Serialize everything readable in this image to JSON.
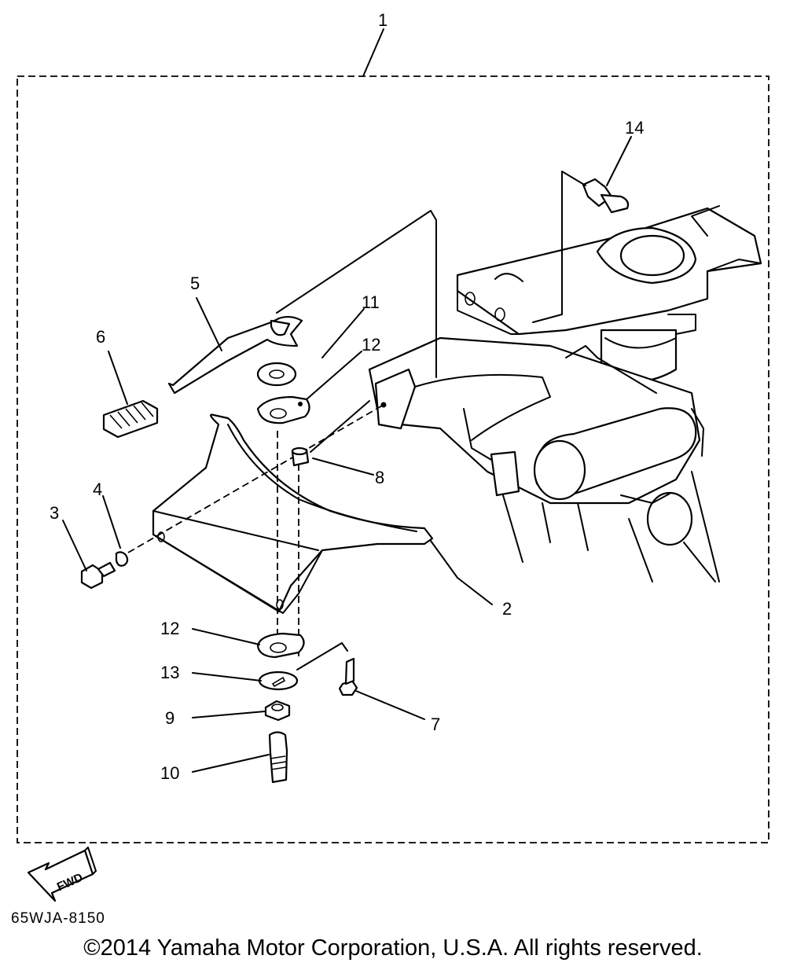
{
  "callouts": {
    "c1": "1",
    "c2": "2",
    "c3": "3",
    "c4": "4",
    "c5": "5",
    "c6": "6",
    "c7": "7",
    "c8": "8",
    "c9": "9",
    "c10": "10",
    "c11": "11",
    "c12a": "12",
    "c12b": "12",
    "c13": "13",
    "c14": "14"
  },
  "fwd_label": "FWD",
  "diagram_code": "65WJA-8150",
  "copyright": "©2014 Yamaha Motor Corporation, U.S.A. All rights reserved."
}
